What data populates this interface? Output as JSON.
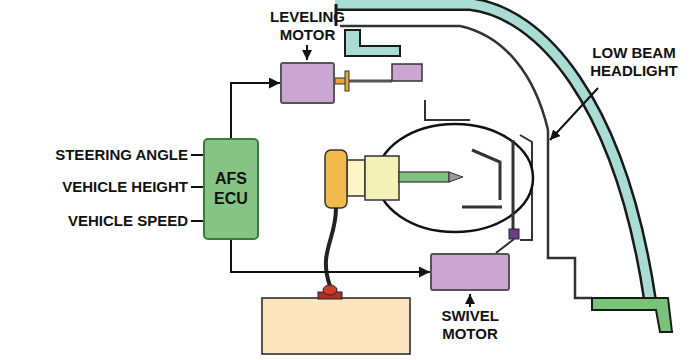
{
  "diagram": {
    "nodes": [
      {
        "text": [
          "LEVELING MOTOR"
        ]
      },
      {
        "text": [
          "AFS ECU"
        ]
      },
      {
        "text": [
          "SWIVEL MOTOR"
        ]
      }
    ],
    "edges": [
      {
        "from": 1,
        "to": 0,
        "arrow": "to"
      },
      {
        "from": 1,
        "to": 2,
        "arrow": "to"
      }
    ],
    "labels": [
      "STEERING ANGLE",
      "VEHICLE HEIGHT",
      "VEHICLE SPEED",
      "LOW BEAM HEADLIGHT"
    ]
  }
}
